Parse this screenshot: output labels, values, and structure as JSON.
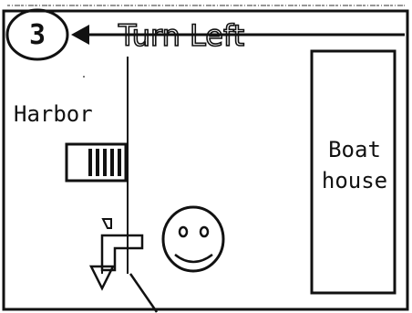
{
  "step": {
    "number": "3",
    "instruction": "Turn Left"
  },
  "places": {
    "harbor": "Harbor",
    "boathouse_line1": "Boat",
    "boathouse_line2": "house"
  },
  "icons": {
    "arrow": "left-arrow-icon",
    "face": "smiley-face-icon",
    "bridge": "bridge-ladder-icon",
    "turn": "turn-arrow-icon",
    "pointer": "pointer-line-icon"
  },
  "colors": {
    "ink": "#111111",
    "paper": "#ffffff",
    "header_noise": "#5a5a5a"
  }
}
